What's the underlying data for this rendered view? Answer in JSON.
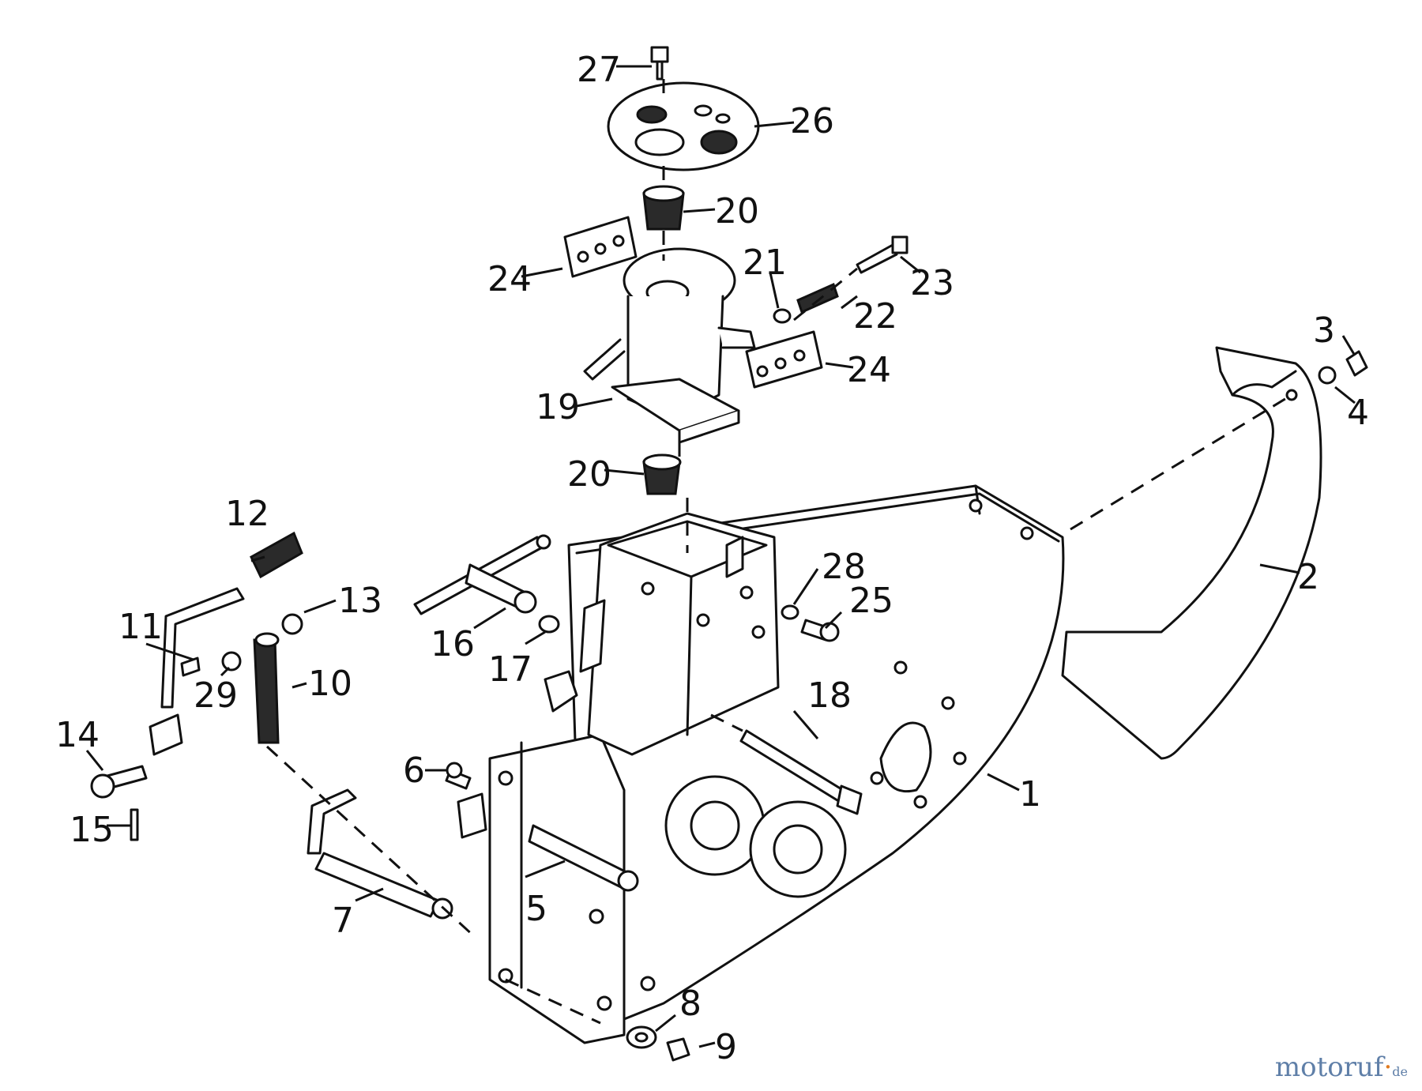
{
  "callouts": {
    "c1": "1",
    "c2": "2",
    "c3": "3",
    "c4": "4",
    "c5": "5",
    "c6": "6",
    "c7": "7",
    "c8": "8",
    "c9": "9",
    "c10": "10",
    "c11": "11",
    "c12": "12",
    "c13": "13",
    "c14": "14",
    "c15": "15",
    "c16": "16",
    "c17": "17",
    "c18": "18",
    "c19": "19",
    "c20a": "20",
    "c20b": "20",
    "c21": "21",
    "c22": "22",
    "c23": "23",
    "c24a": "24",
    "c24b": "24",
    "c25": "25",
    "c26": "26",
    "c27": "27",
    "c28": "28",
    "c29": "29"
  },
  "watermark": {
    "main": "motoruf",
    "dot": "·",
    "tld": "de"
  },
  "colors": {
    "line": "#111111",
    "background": "#ffffff",
    "watermark_blue": "#5f7fa8",
    "watermark_orange": "#e07a1f"
  }
}
